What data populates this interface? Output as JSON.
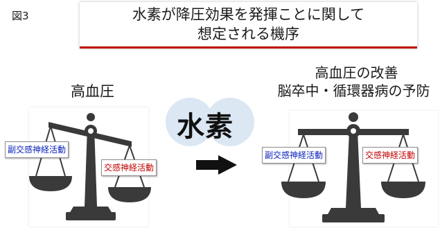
{
  "figure_label": "図3",
  "title": {
    "line1": "水素が降圧効果を発揮ことに関して",
    "line2": "想定される機序"
  },
  "left": {
    "heading": "高血圧",
    "box_left": "副交感神経活動",
    "box_right": "交感神経活動"
  },
  "center": {
    "label": "水素"
  },
  "right": {
    "heading_line1": "高血圧の改善",
    "heading_line2": "脳卒中・循環器病の予防",
    "box_left": "副交感神経活動",
    "box_right": "交感神経活動"
  },
  "colors": {
    "accent_red": "#c00000",
    "blue_text": "#0a22b8",
    "scale": "#3a3a3a",
    "circle": "#dbe7f3"
  }
}
